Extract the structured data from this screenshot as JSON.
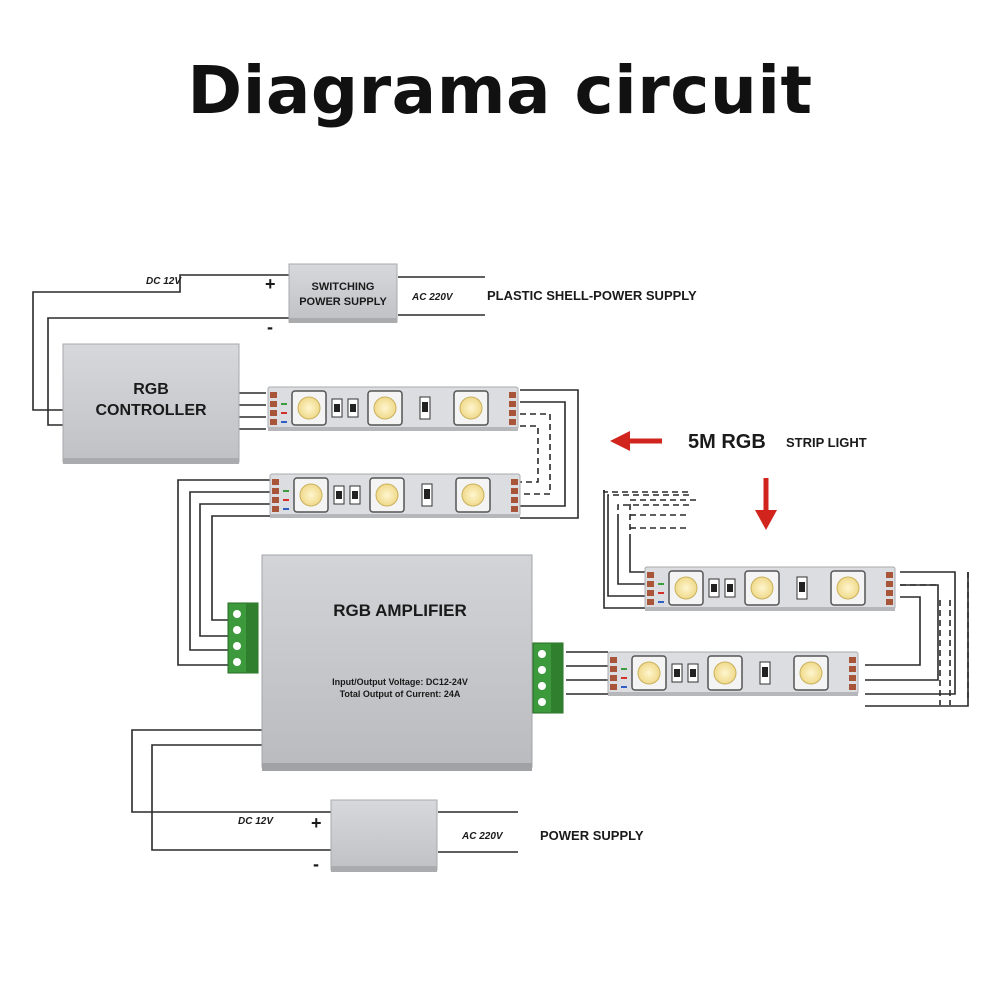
{
  "title": "Diagrama circuit",
  "top_supply": {
    "box_line1": "SWITCHING",
    "box_line2": "POWER SUPPLY",
    "dc_label": "DC 12V",
    "plus": "+",
    "minus": "-",
    "ac_label": "AC 220V",
    "caption": "PLASTIC SHELL-POWER SUPPLY"
  },
  "controller": {
    "line1": "RGB",
    "line2": "CONTROLLER"
  },
  "amplifier": {
    "title": "RGB AMPLIFIER",
    "spec1": "Input/Output Voltage: DC12-24V",
    "spec2": "Total Output of Current: 24A"
  },
  "strip_caption": {
    "big": "5M RGB",
    "small": "STRIP LIGHT"
  },
  "bottom_supply": {
    "dc_label": "DC 12V",
    "plus": "+",
    "minus": "-",
    "ac_label": "AC 220V",
    "caption": "POWER SUPPLY"
  },
  "colors": {
    "wire": "#2a2a2a",
    "box": "#c9cbce",
    "strip": "#d9dadc",
    "led": "#f7e7a6",
    "terminal": "#3a8f3a",
    "pad": "#a8553a",
    "arrow": "#d0241c"
  },
  "icons": [
    "left-arrow-icon",
    "down-arrow-icon",
    "led-chip-icon",
    "resistor-icon",
    "terminal-block-icon"
  ]
}
